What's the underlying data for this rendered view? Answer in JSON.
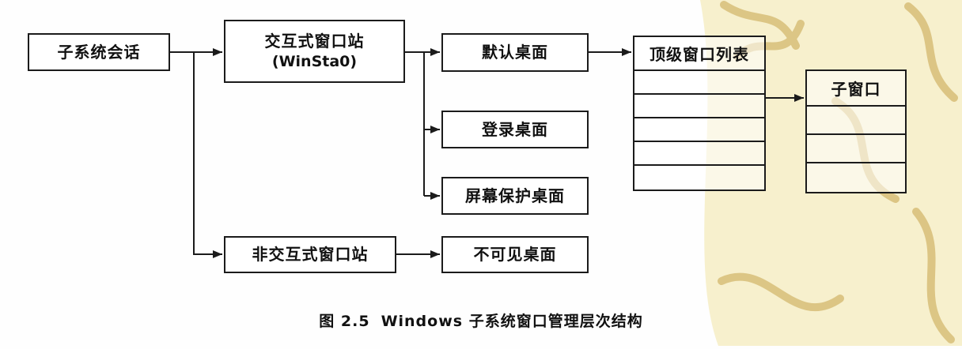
{
  "diagram": {
    "nodes": {
      "session": {
        "label": "子系统会话"
      },
      "interactive_winsta": {
        "label": "交互式窗口站",
        "sublabel": "(WinSta0)"
      },
      "default_desktop": {
        "label": "默认桌面"
      },
      "logon_desktop": {
        "label": "登录桌面"
      },
      "screensaver_desktop": {
        "label": "屏幕保护桌面"
      },
      "noninteractive_winsta": {
        "label": "非交互式窗口站"
      },
      "invisible_desktop": {
        "label": "不可见桌面"
      },
      "toplevel_window_list": {
        "label": "顶级窗口列表",
        "empty_rows": 5
      },
      "child_window": {
        "label": "子窗口",
        "empty_rows": 3
      }
    },
    "edges": [
      {
        "from": "session",
        "to": "interactive_winsta"
      },
      {
        "from": "session",
        "to": "noninteractive_winsta"
      },
      {
        "from": "interactive_winsta",
        "to": "default_desktop"
      },
      {
        "from": "interactive_winsta",
        "to": "logon_desktop"
      },
      {
        "from": "interactive_winsta",
        "to": "screensaver_desktop"
      },
      {
        "from": "default_desktop",
        "to": "toplevel_window_list"
      },
      {
        "from": "toplevel_window_list",
        "to": "child_window"
      },
      {
        "from": "noninteractive_winsta",
        "to": "invisible_desktop"
      }
    ],
    "caption": {
      "figure_number": "图 2.5",
      "title": "Windows 子系统窗口管理层次结构"
    }
  },
  "colors": {
    "line": "#1b1b1b",
    "watermark_bg": "#f6edc4",
    "watermark_stroke": "#c29b3e"
  }
}
